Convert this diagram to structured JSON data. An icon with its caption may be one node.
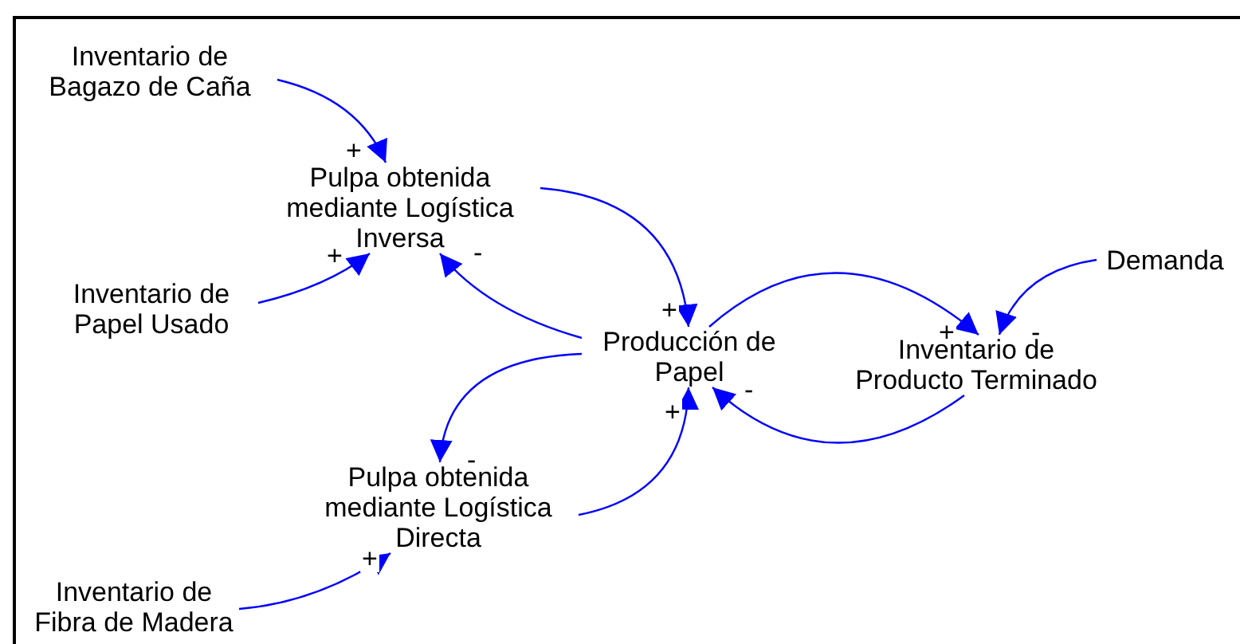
{
  "diagram": {
    "nodes": [
      {
        "text": [
          "Inventario de Bagazo de Caña"
        ]
      },
      {
        "text": [
          "Pulpa obtenida mediante Logística Inversa"
        ]
      },
      {
        "text": [
          "Inventario de Papel Usado"
        ]
      },
      {
        "text": [
          "Producción de Papel"
        ]
      },
      {
        "text": [
          "Inventario de Producto Terminado"
        ]
      },
      {
        "text": [
          "Demanda"
        ]
      },
      {
        "text": [
          "Pulpa obtenida mediante Logística Directa"
        ]
      },
      {
        "text": [
          "Inventario de Fibra de Madera"
        ]
      }
    ],
    "edges": [
      {
        "from": 0,
        "to": 1,
        "arrow": "to",
        "label": "+"
      },
      {
        "from": 2,
        "to": 1,
        "arrow": "to",
        "label": "+"
      },
      {
        "from": 3,
        "to": 1,
        "arrow": "to",
        "label": "-"
      },
      {
        "from": 1,
        "to": 3,
        "arrow": "to",
        "label": "+"
      },
      {
        "from": 3,
        "to": 4,
        "arrow": "to",
        "label": "+"
      },
      {
        "from": 5,
        "to": 4,
        "arrow": "to",
        "label": "-"
      },
      {
        "from": 4,
        "to": 3,
        "arrow": "to",
        "label": "-"
      },
      {
        "from": 3,
        "to": 6,
        "arrow": "to",
        "label": "-"
      },
      {
        "from": 6,
        "to": 3,
        "arrow": "to",
        "label": "+"
      },
      {
        "from": 7,
        "to": 6,
        "arrow": "to",
        "label": "+"
      }
    ]
  }
}
